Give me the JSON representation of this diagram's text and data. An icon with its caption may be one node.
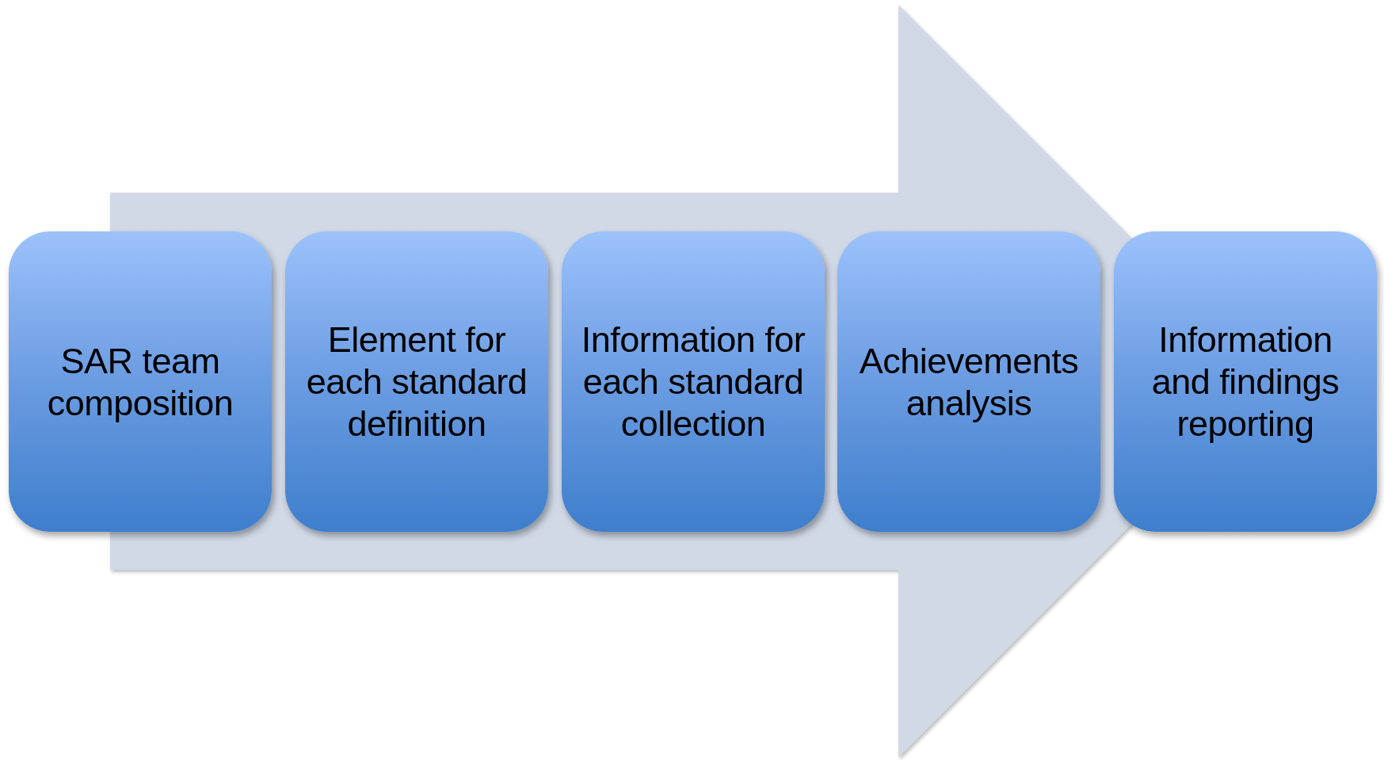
{
  "diagram": {
    "nodes": [
      {
        "text": [
          "SAR team composition"
        ]
      },
      {
        "text": [
          "Element for each standard definition"
        ]
      },
      {
        "text": [
          "Information for each standard collection"
        ]
      },
      {
        "text": [
          "Achievements analysis"
        ]
      },
      {
        "text": [
          "Information and findings reporting"
        ]
      }
    ],
    "edges": [
      {
        "from": 0,
        "to": 4,
        "arrow": "to",
        "style": "thick"
      }
    ]
  }
}
